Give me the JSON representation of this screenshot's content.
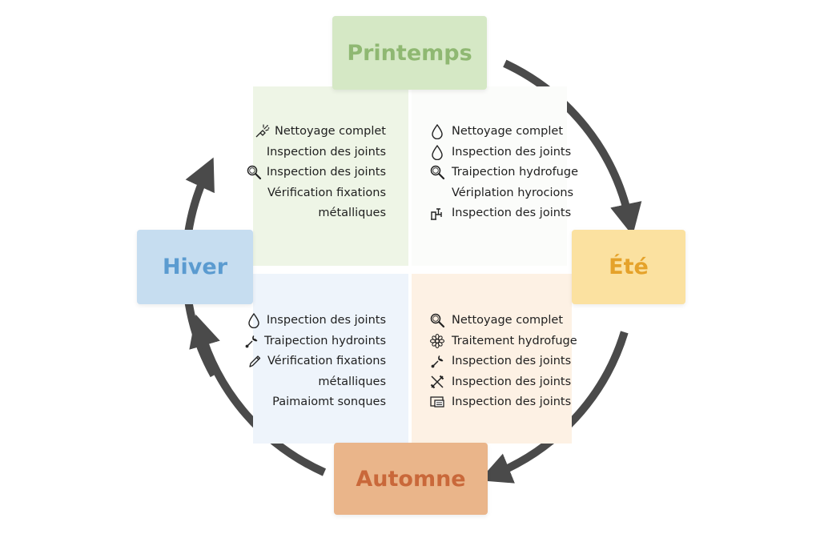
{
  "seasons": {
    "spring": "Printemps",
    "summer": "Été",
    "autumn": "Automne",
    "winter": "Hiver"
  },
  "spring_tasks": [
    {
      "icon": "sprayer-icon",
      "text": "Nettoyage complet"
    },
    {
      "icon": "",
      "text": "Inspection des joints"
    },
    {
      "icon": "magnifier-icon",
      "text": "Inspection des joints"
    },
    {
      "icon": "",
      "text": "Vérification fixations"
    },
    {
      "icon": "",
      "text": "métalliques"
    }
  ],
  "summer_tasks": [
    {
      "icon": "drop-icon",
      "text": "Nettoyage complet"
    },
    {
      "icon": "drop-icon",
      "text": "Inspection des joints"
    },
    {
      "icon": "magnifier-icon",
      "text": "Traipection hydrofuge"
    },
    {
      "icon": "",
      "text": "Vériplation hyrocions"
    },
    {
      "icon": "pipe-valve-icon",
      "text": "Inspection des joints"
    }
  ],
  "winter_tasks": [
    {
      "icon": "drop-icon",
      "text": "Inspection des joints"
    },
    {
      "icon": "wrench-icon",
      "text": "Traipection hydroints"
    },
    {
      "icon": "pen-icon",
      "text": "Vérification fixations"
    },
    {
      "icon": "",
      "text": "métalliques"
    },
    {
      "icon": "",
      "text": "Paimaiomt sonques"
    }
  ],
  "autumn_tasks": [
    {
      "icon": "magnifier-icon",
      "text": "Nettoyage complet"
    },
    {
      "icon": "flower-icon",
      "text": "Traitement hydrofuge"
    },
    {
      "icon": "wrench-icon",
      "text": "Inspection des joints"
    },
    {
      "icon": "crossed-tools-icon",
      "text": "Inspection des joints"
    },
    {
      "icon": "panel-icon",
      "text": "Inspection des joints"
    }
  ],
  "colors": {
    "spring": "#8fb872",
    "summer": "#e5a22a",
    "autumn": "#c9683a",
    "winter": "#5b9bd0",
    "arrow": "#4a4a4a"
  }
}
